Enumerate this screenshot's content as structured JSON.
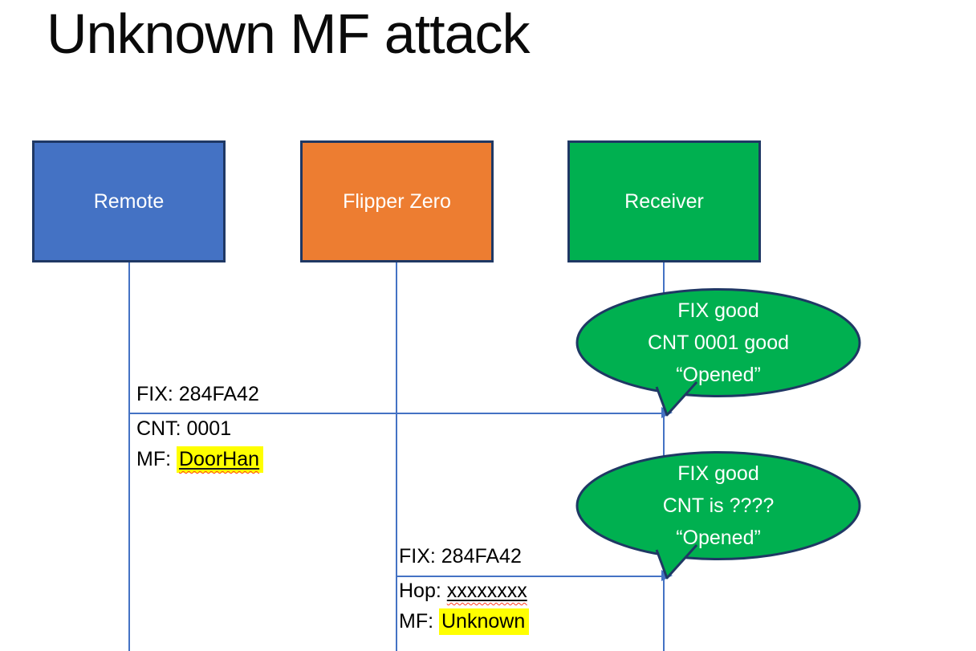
{
  "slide": {
    "title": "Unknown MF attack"
  },
  "actors": [
    {
      "label": "Remote"
    },
    {
      "label": "Flipper Zero"
    },
    {
      "label": "Receiver"
    }
  ],
  "messages": [
    {
      "above": "FIX: 284FA42",
      "below": [
        {
          "prefix": "CNT: ",
          "value": "0001"
        },
        {
          "prefix": "MF: ",
          "value": "DoorHan"
        }
      ]
    },
    {
      "above": "FIX: 284FA42",
      "below": [
        {
          "prefix": "Hop: ",
          "value": "xxxxxxxx"
        },
        {
          "prefix": "MF: ",
          "value": "Unknown"
        }
      ]
    }
  ],
  "bubbles": [
    {
      "lines": [
        "FIX good",
        "CNT 0001 good",
        "“Opened”"
      ]
    },
    {
      "lines": [
        "FIX good",
        "CNT is ????",
        "“Opened”"
      ]
    }
  ],
  "colors": {
    "actor_remote_fill": "#4472c4",
    "actor_flipper_fill": "#ed7d31",
    "actor_receiver_fill": "#00b050",
    "bubble_fill": "#00b050",
    "border_dark": "#1f3864",
    "line_blue": "#4472c4",
    "highlight": "#ffff00",
    "squiggle_red": "#ff3b1f"
  }
}
